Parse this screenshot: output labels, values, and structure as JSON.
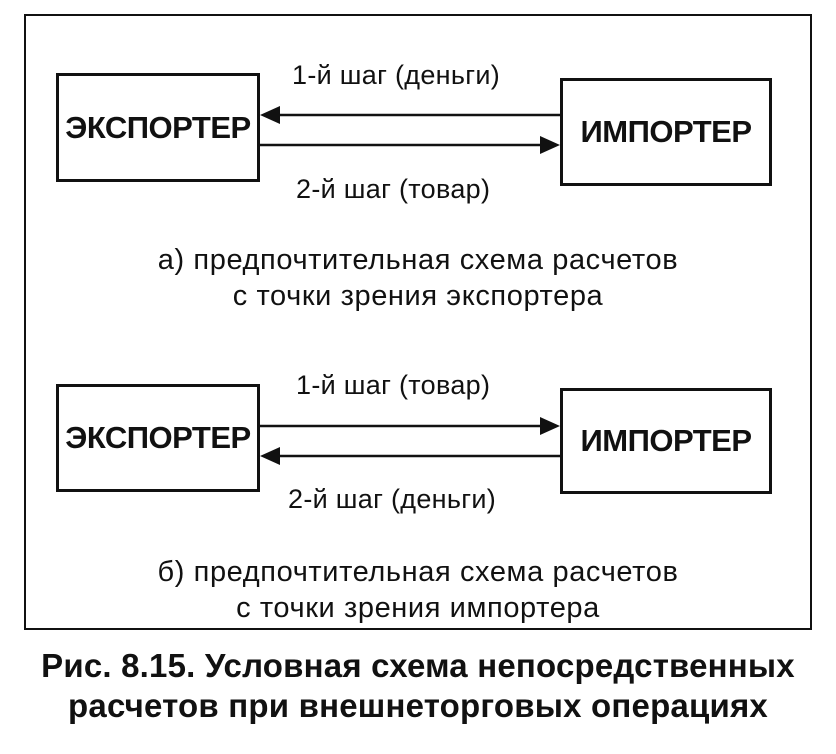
{
  "diagram_a": {
    "left_box": "ЭКСПОРТЕР",
    "right_box": "ИМПОРТЕР",
    "step1": "1-й шаг (деньги)",
    "step2": "2-й шаг (товар)",
    "caption_line1": "а) предпочтительная схема расчетов",
    "caption_line2": "с точки зрения экспортера"
  },
  "diagram_b": {
    "left_box": "ЭКСПОРТЕР",
    "right_box": "ИМПОРТЕР",
    "step1": "1-й шаг (товар)",
    "step2": "2-й шаг (деньги)",
    "caption_line1": "б) предпочтительная схема расчетов",
    "caption_line2": "с точки зрения импортера"
  },
  "figure": {
    "title_line1": "Рис. 8.15. Условная схема непосредственных",
    "title_line2": "расчетов при внешнеторговых операциях"
  },
  "colors": {
    "ink": "#111111",
    "paper": "#ffffff"
  }
}
